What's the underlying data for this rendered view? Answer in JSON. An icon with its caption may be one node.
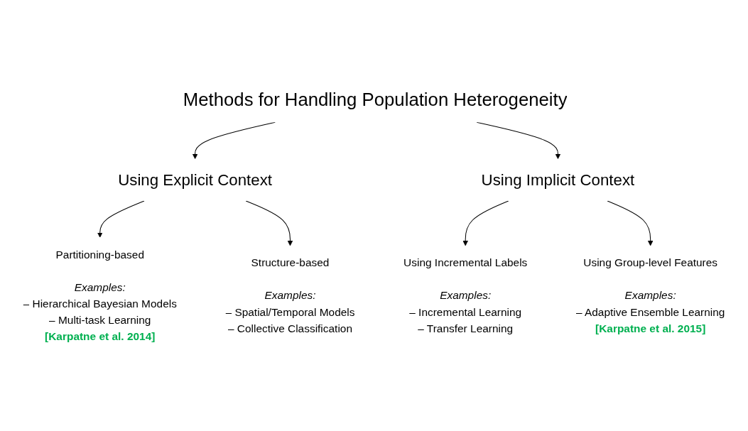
{
  "diagram": {
    "nodes": [
      {
        "text": [
          "Methods for Handling Population Heterogeneity"
        ]
      },
      {
        "text": [
          "Using Explicit Context"
        ]
      },
      {
        "text": [
          "Using Implicit Context"
        ]
      },
      {
        "text": [
          "Partitioning-based",
          "Examples:",
          "– Hierarchical Bayesian Models",
          "– Multi-task Learning",
          "[Karpatne et al. 2014]"
        ]
      },
      {
        "text": [
          "Structure-based",
          "Examples:",
          "– Spatial/Temporal Models",
          "– Collective Classification"
        ]
      },
      {
        "text": [
          "Using Incremental Labels",
          "Examples:",
          "– Incremental Learning",
          "– Transfer Learning"
        ]
      },
      {
        "text": [
          "Using Group-level Features",
          "Examples:",
          "– Adaptive Ensemble Learning",
          "[Karpatne et al. 2015]"
        ]
      }
    ],
    "edges": [
      {
        "from": 0,
        "to": 1,
        "arrow": "to"
      },
      {
        "from": 0,
        "to": 2,
        "arrow": "to"
      },
      {
        "from": 1,
        "to": 3,
        "arrow": "to"
      },
      {
        "from": 1,
        "to": 4,
        "arrow": "to"
      },
      {
        "from": 2,
        "to": 5,
        "arrow": "to"
      },
      {
        "from": 2,
        "to": 6,
        "arrow": "to"
      }
    ]
  }
}
